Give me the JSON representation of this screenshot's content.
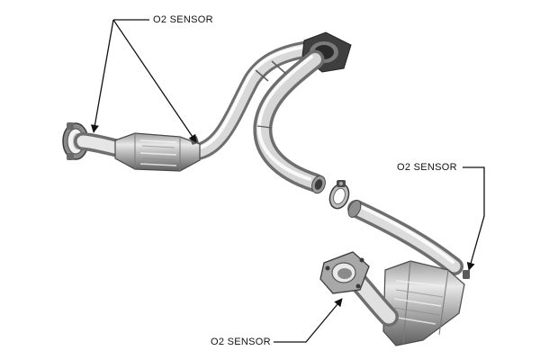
{
  "callouts": {
    "top": "O2 SENSOR",
    "right": "O2 SENSOR",
    "bottom": "O2 SENSOR"
  },
  "colors": {
    "background": "#ffffff",
    "leader_line": "#111111",
    "label_text": "#111111",
    "pipe_light": "#f2f2f2",
    "pipe_mid": "#c4c4c4",
    "pipe_dark": "#6f6f6f",
    "flange_dark": "#3a3a3a"
  },
  "icons": {
    "arrow": "arrowhead",
    "flange": "flange-icon",
    "catalytic_converter": "catalytic-converter-icon",
    "clamp": "clamp-icon",
    "o2_sensor": "o2-sensor-icon"
  }
}
